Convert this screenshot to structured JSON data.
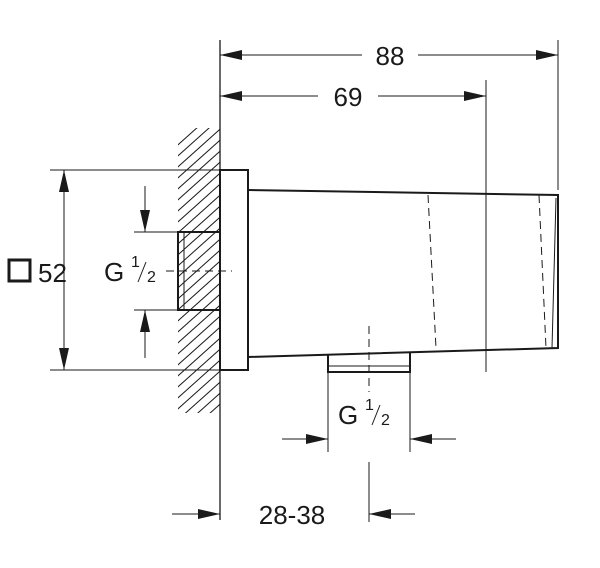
{
  "dimensions": {
    "overall_length": "88",
    "body_length": "69",
    "square_size": "52",
    "wall_range": "28-38"
  },
  "threads": {
    "inlet": {
      "letter": "G",
      "num": "1",
      "den": "2"
    },
    "outlet": {
      "letter": "G",
      "num": "1",
      "den": "2"
    }
  },
  "colors": {
    "line": "#1a1a1a",
    "background": "#ffffff"
  }
}
